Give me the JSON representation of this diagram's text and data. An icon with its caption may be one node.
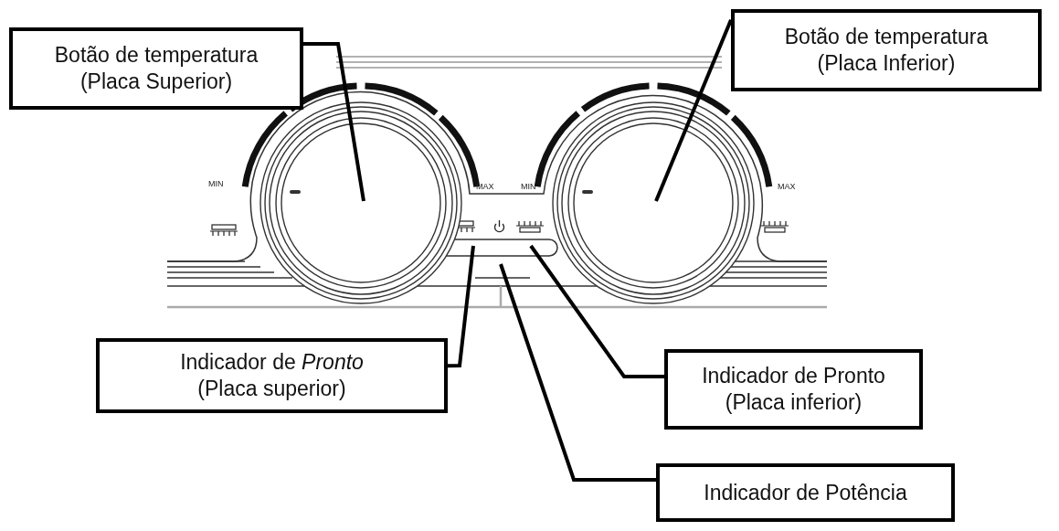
{
  "diagram": {
    "nodes": [
      {
        "text": [
          "Botão de temperatura (Placa Superior)"
        ]
      },
      {
        "text": [
          "Botão de temperatura (Placa Inferior)"
        ]
      },
      {
        "text": [],
        "shape": "circle"
      },
      {
        "text": [],
        "shape": "circle"
      },
      {
        "text": [
          "Indicador de *Pronto* (Placa superior)"
        ]
      },
      {
        "text": [
          "Indicador de Pronto (Placa inferior)"
        ]
      },
      {
        "text": [
          "Indicador de Potência"
        ]
      }
    ],
    "edges": [
      {
        "from": 0,
        "to": 2,
        "arrow": "none"
      },
      {
        "from": 1,
        "to": 3,
        "arrow": "none"
      },
      {
        "from": 4,
        "to": null,
        "arrow": "none"
      },
      {
        "from": 5,
        "to": null,
        "arrow": "none"
      },
      {
        "from": 6,
        "to": null,
        "arrow": "none"
      }
    ],
    "labels": [
      "MIN",
      "MAX",
      "MIN",
      "MAX"
    ]
  }
}
